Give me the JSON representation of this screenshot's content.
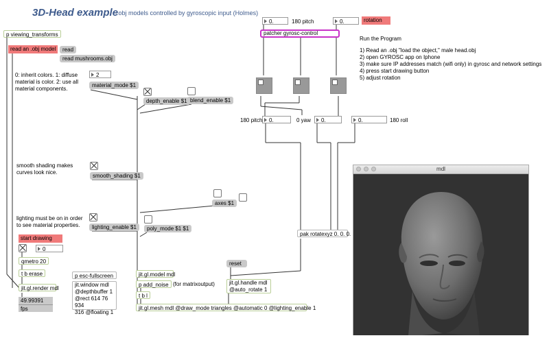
{
  "header": {
    "title": "3D-Head example",
    "subtitle": ".obj models controlled by gyroscopic input (Holmes)"
  },
  "objects": {
    "viewing_transforms": "p viewing_transforms",
    "read_model": "read an .obj model",
    "read": "read",
    "read_mushrooms": "read mushrooms.obj",
    "material_mode_num": "2",
    "material_mode": "material_mode $1",
    "depth_enable": "depth_enable $1",
    "blend_enable": "blend_enable $1",
    "smooth_shading": "smooth_shading $1",
    "axes": "axes $1",
    "lighting_enable": "lighting_enable $1",
    "poly_mode": "poly_mode $1 $1",
    "start_drawing": "start drawing",
    "zero_num": "0",
    "qmetro": "qmetro 20",
    "tb_erase": "t b erase",
    "render": "jit.gl.render mdl",
    "fps_value": "49.99391",
    "fps_label": "fps",
    "esc_fullscreen": "p esc-fullscreen",
    "window_lines": [
      "jit.window mdl",
      "@depthbuffer 1",
      "@rect 614 76 934",
      "316 @floating 1"
    ],
    "model": "jit.gl.model mdl",
    "add_noise": "p add_noise",
    "matrixoutput": "(for matrixoutput)",
    "tbl": "t b l",
    "mesh": "jit.gl.mesh mdl @draw_mode triangles @automatic 0 @lighting_enable 1",
    "reset": "reset",
    "handle_lines": [
      "jit.gl.handle mdl",
      "@auto_rotate 1"
    ],
    "pak": "pak rotatexyz 0. 0. 0.",
    "pitch_top_num": "0.",
    "pitch_top_label": "180 pitch",
    "rotation": "rotation",
    "rotation_num": "0.",
    "patcher": "patcher gyrosc-control",
    "pitch_num": "0.",
    "pitch_label": "180 pitch",
    "yaw_num": "0.",
    "yaw_label": "0 yaw",
    "roll_num": "0.",
    "roll_label": "180 roll"
  },
  "comments": {
    "material": "0: inherit colors. 1: diffuse material is color. 2: use all material components.",
    "smooth": "smooth shading makes curves look nice.",
    "lighting": "lighting must be on in order to see material properties.",
    "run_title": "Run the Program",
    "steps": [
      "1) Read an .obj  \"load the object,\"  male head.obj",
      "2) open GYROSC app on Iphone",
      "3) make sure IP addresses match (wifi only) in gyrosc and network settings",
      "4) press start drawing button",
      "5) adjust rotation"
    ]
  },
  "window": {
    "title": "mdl"
  },
  "toggles": {
    "depth_enable": true,
    "blend_enable": false,
    "smooth_shading": true,
    "axes": false,
    "axes_extra": false,
    "lighting_enable": true,
    "poly_mode": false,
    "start": true
  },
  "colors": {
    "title": "#3d5a8c",
    "red_button": "#f07a7a",
    "patcher_border": "#c832c8",
    "message_box": "#c9c9c9"
  }
}
